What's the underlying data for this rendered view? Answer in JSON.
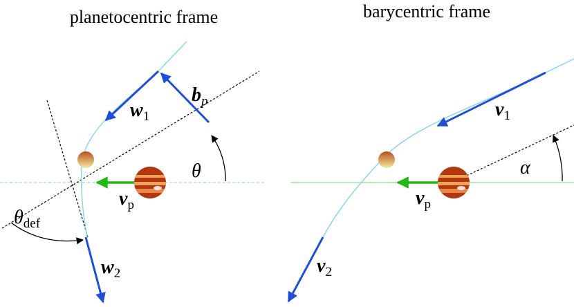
{
  "planetocentric": {
    "title": "planetocentric frame",
    "labels": {
      "b_main": "b",
      "b_sub": "p",
      "w1_main": "w",
      "w1_sub": "1",
      "w2_main": "w",
      "w2_sub": "2",
      "vp_main": "v",
      "vp_sub": "p",
      "theta": "θ",
      "theta_def_main": "θ",
      "theta_def_sub": "def"
    }
  },
  "barycentric": {
    "title": "barycentric frame",
    "labels": {
      "v1_main": "v",
      "v1_sub": "1",
      "v2_main": "v",
      "v2_sub": "2",
      "vp_main": "v",
      "vp_sub": "p",
      "alpha": "α"
    }
  },
  "colors": {
    "vector_blue": "#1f4fd6",
    "trajectory": "#8ed3ef",
    "velocity_green": "#22b814",
    "reference_line": "#9ee69a",
    "planet_dark": "#b3360f",
    "planet_light": "#f0a15a",
    "moon_top": "#b8501c",
    "moon_bottom": "#f2ea9c"
  }
}
